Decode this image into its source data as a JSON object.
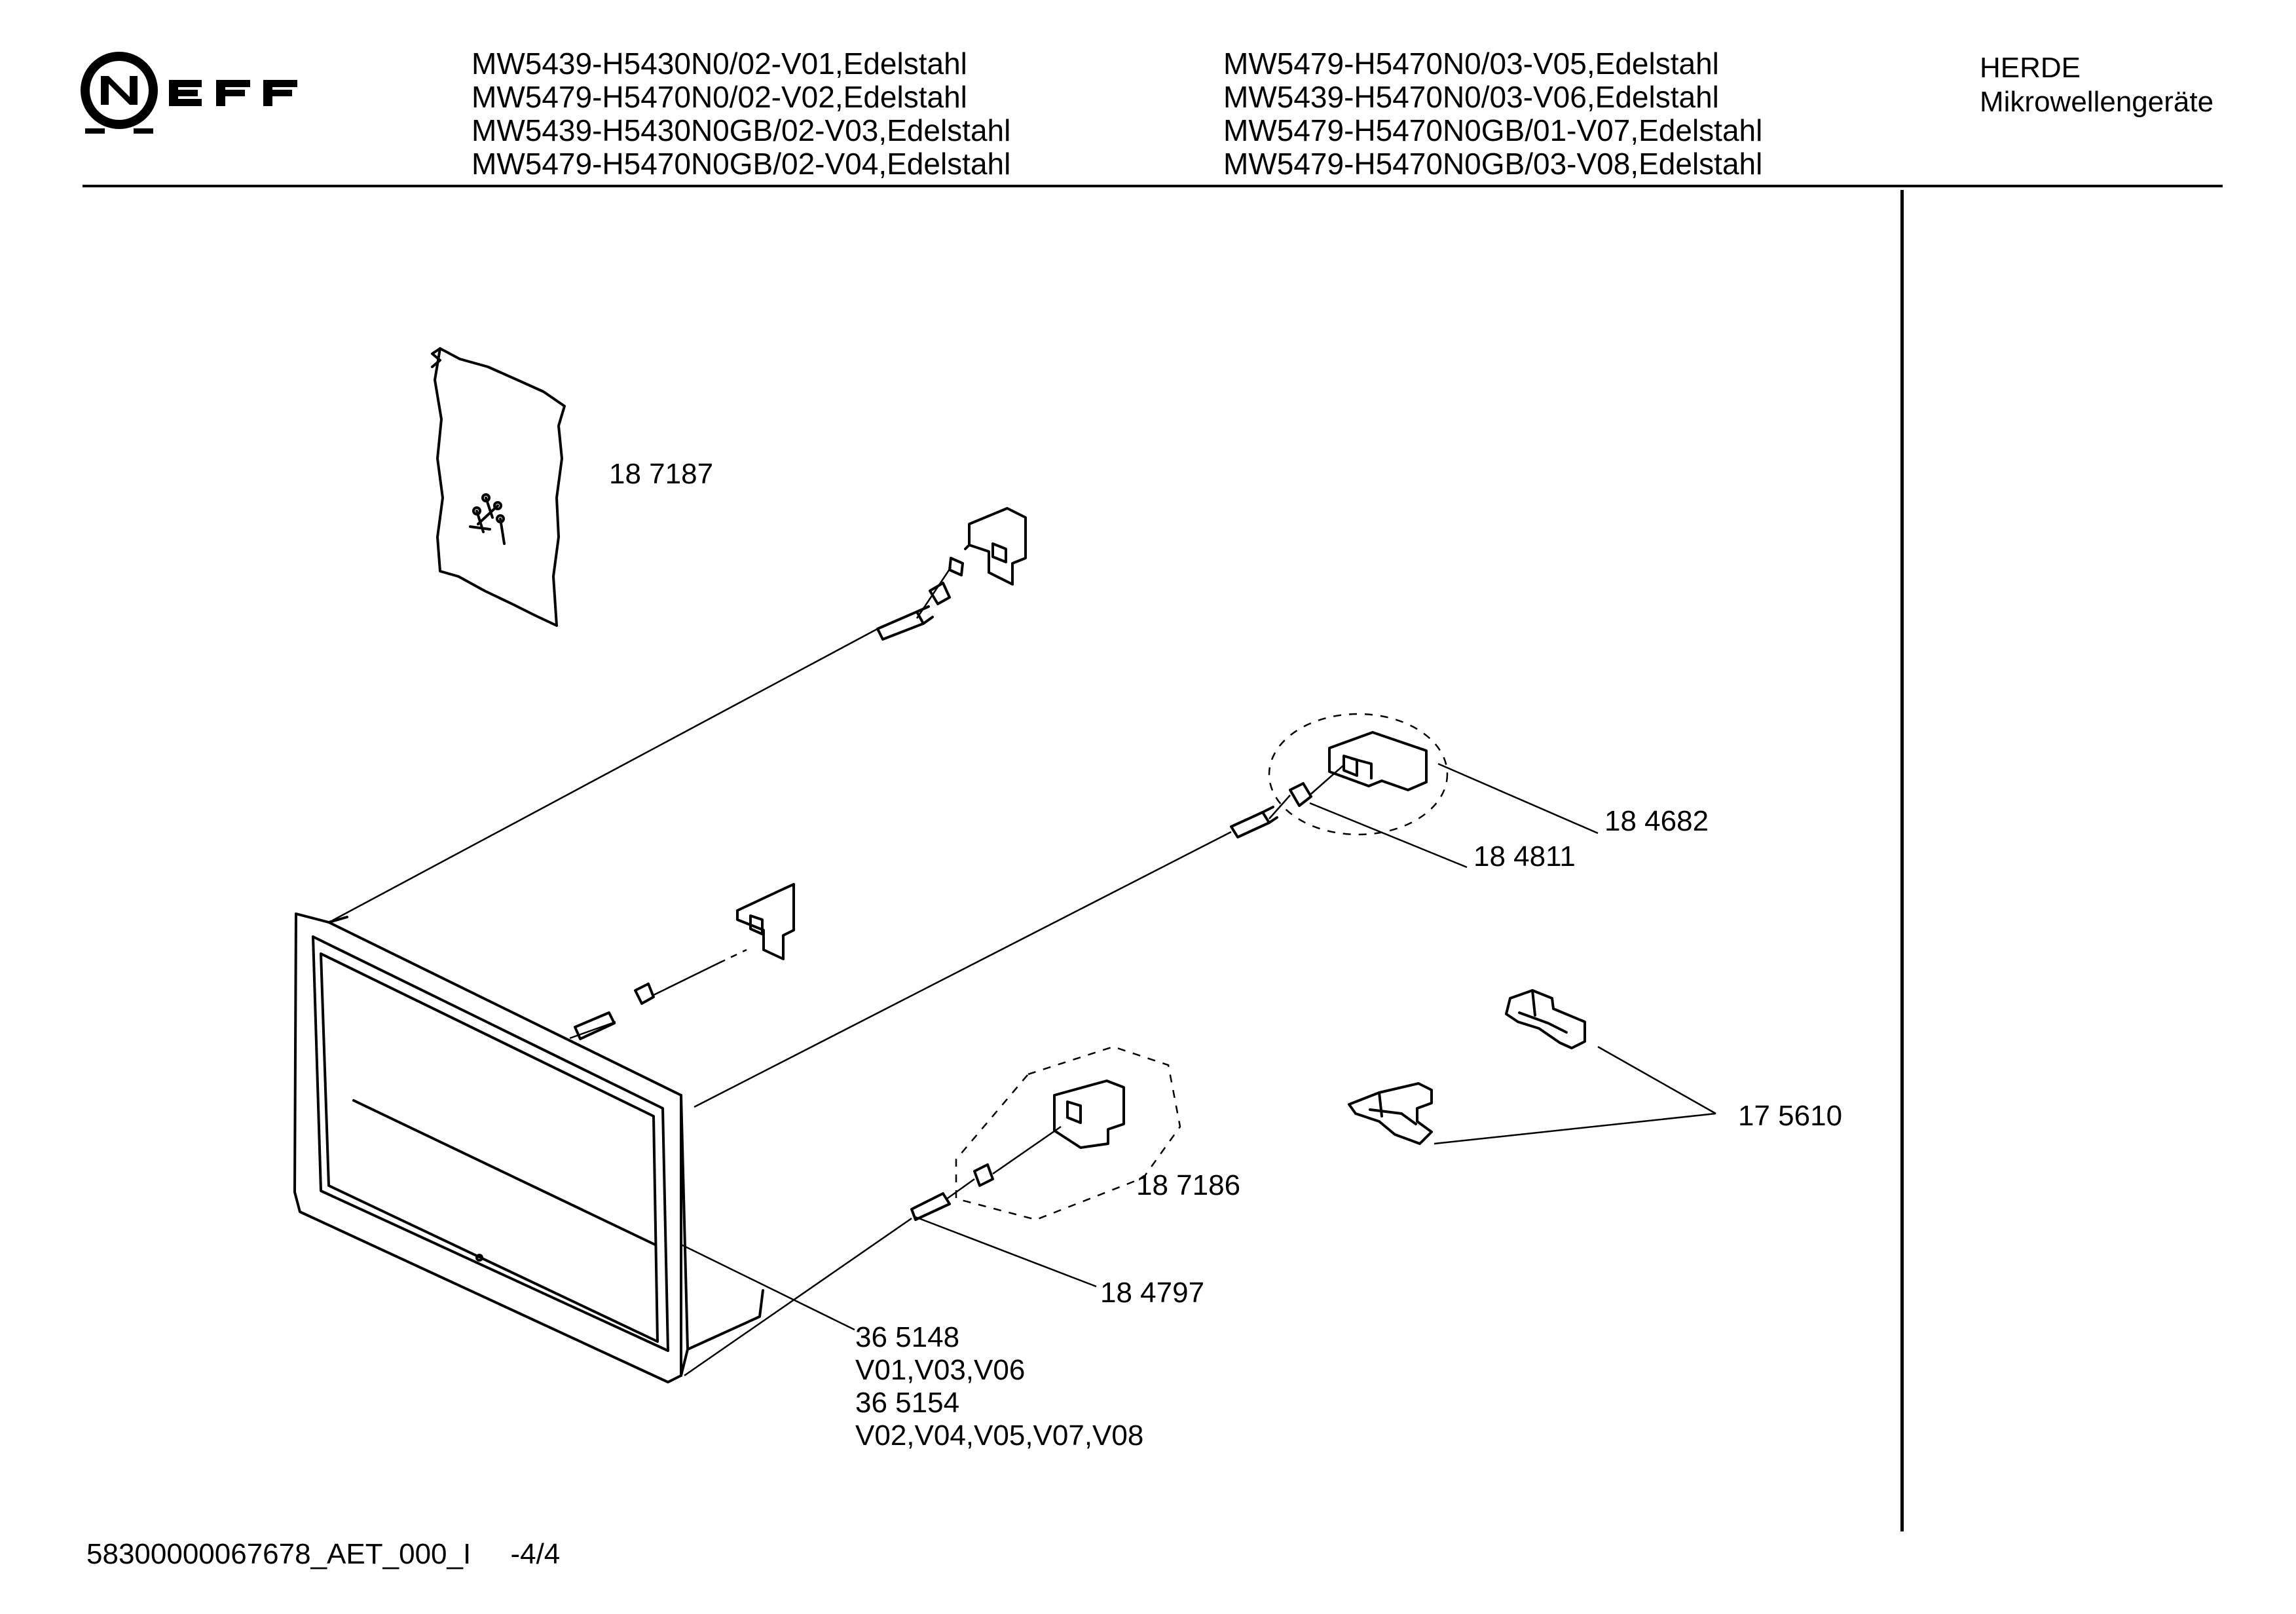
{
  "header": {
    "brand": "NEFF",
    "models_left": [
      "MW5439-H5430N0/02-V01,Edelstahl",
      "MW5479-H5470N0/02-V02,Edelstahl",
      "MW5439-H5430N0GB/02-V03,Edelstahl",
      "MW5479-H5470N0GB/02-V04,Edelstahl"
    ],
    "models_right": [
      "MW5479-H5470N0/03-V05,Edelstahl",
      "MW5439-H5470N0/03-V06,Edelstahl",
      "MW5479-H5470N0GB/01-V07,Edelstahl",
      "MW5479-H5470N0GB/03-V08,Edelstahl"
    ],
    "category": [
      "HERDE",
      "Mikrowellengeräte"
    ]
  },
  "parts": {
    "screw_bag": "18 7187",
    "bracket_set": "18 4682",
    "clip": "18 4811",
    "bracket_kit": "18 7186",
    "dowel": "18 4797",
    "hinge": "17 5610",
    "frame_a": "36 5148",
    "frame_a_variants": "V01,V03,V06",
    "frame_b": "36 5154",
    "frame_b_variants": "V02,V04,V05,V07,V08"
  },
  "footer": {
    "doc_id": "58300000067678_AET_000_I",
    "page": "-4/4"
  }
}
